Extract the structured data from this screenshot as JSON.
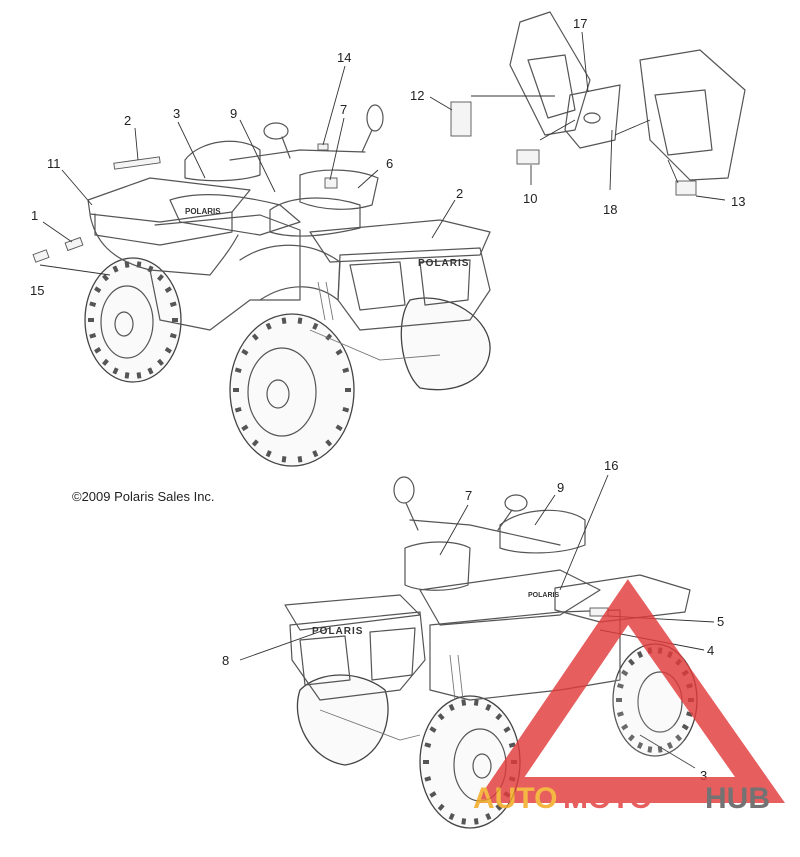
{
  "copyright": "©2009 Polaris Sales Inc.",
  "brand_text": "POLARIS",
  "callouts": [
    "14",
    "7",
    "2",
    "3",
    "9",
    "6",
    "11",
    "2",
    "1",
    "15",
    "17",
    "12",
    "10",
    "18",
    "13",
    "16",
    "7",
    "9",
    "5",
    "4",
    "8",
    "3"
  ],
  "watermark": {
    "part1": "AUTO",
    "part2": "MOTO",
    "part3": "HUB"
  },
  "colors": {
    "watermark_red": "#e23b3b",
    "watermark_orange": "#f3a81c",
    "watermark_gray": "#555555",
    "line": "#555555"
  }
}
